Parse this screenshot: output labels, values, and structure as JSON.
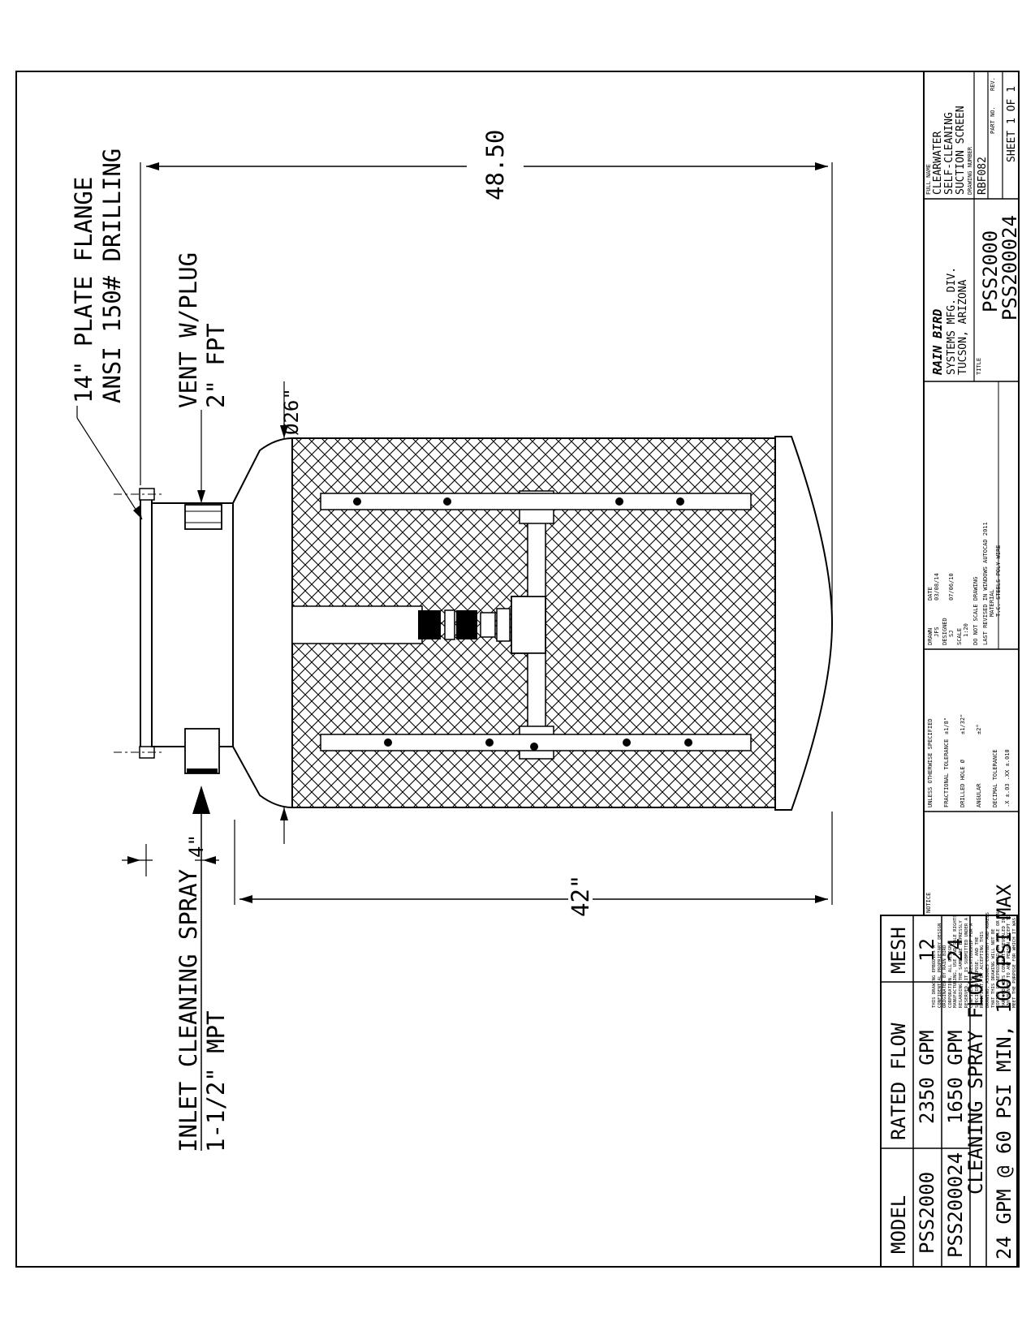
{
  "drawing": {
    "callouts": {
      "flange_line1": "14\" PLATE FLANGE",
      "flange_line2": "ANSI 150# DRILLING",
      "vent_line1": "VENT W/PLUG",
      "vent_line2": "2\" FPT",
      "inlet_line1": "INLET CLEANING SPRAY",
      "inlet_line2": "1-1/2\" MPT",
      "diameter": "Ø26\"",
      "overall_length": "48.50",
      "body_length": "42\"",
      "outlet_size": "4\""
    },
    "model_table": {
      "headers": [
        "MODEL",
        "RATED FLOW",
        "MESH"
      ],
      "rows": [
        [
          "PSS2000",
          "2350 GPM",
          "12"
        ],
        [
          "PSS200024",
          "1650 GPM",
          "24"
        ]
      ],
      "spray_title": "CLEANING SPRAY FLOW",
      "spray_value": "24 GPM @ 60 PSI MIN, 100 PSI MAX"
    },
    "title_block": {
      "part_name_label": "FULL NAME",
      "part_name": [
        "CLEARWATER",
        "SELF-CLEANING",
        "SUCTION SCREEN"
      ],
      "drawing_no_label": "DRAWING NUMBER",
      "drawing_no": "RBF082",
      "part_no_label": "PART NO.",
      "rev_label": "REV.",
      "sheet": "SHEET 1 OF 1",
      "company_logo": "RAIN BIRD",
      "company_lines": [
        "SYSTEMS MFG. DIV.",
        "TUCSON, ARIZONA"
      ],
      "title_label": "TITLE",
      "title_lines": [
        "PSS2000",
        "PSS200024"
      ],
      "draw_label": "DRAWN",
      "drawn_by": "JFS",
      "date_label": "DATE",
      "drawn_date": "03/08/14",
      "designed_label": "DESIGNED",
      "designed_by": "SJ",
      "designed_date": "07/06/10",
      "scale_label": "SCALE",
      "scale": "1:20",
      "no_scale_note": "DO NOT SCALE DRAWING",
      "autocad_note": "LAST REVISED IN WINDOWS AUTOCAD 2011",
      "tolerance_title": "UNLESS OTHERWISE SPECIFIED",
      "tol_frac_label": "FRACTIONAL TOLERANCE",
      "tol_frac_value": "±1/8\"",
      "tol_hole_label": "DRILLED HOLE Ø",
      "tol_hole_value": "±1/32\"",
      "tol_ang_label": "ANGULAR",
      "tol_ang_value": "±2°",
      "tol_dec_label": "DECIMAL TOLERANCE",
      "tol_dec_value": ".X ±.03 .XX ±.010",
      "material_label": "MATERIAL",
      "material": "T.C. STEELS POLY WIRE",
      "notice_label": "NOTICE",
      "notice": "THIS DRAWING EMBODIES A CONFIDENTIAL PROPRIETARY DESIGN ORIGINATED BY RAIN BIRD CORPORATION. ALL DESIGN, MANUFACTURING, USE AND SALE RIGHTS REGARDING THE SAME ARE EXPRESSLY RESERVED. IT IS SUBMITTED UNDER A CONFIDENTIAL RELATIONSHIP FOR A SPECIFIED PURPOSE, AND THE RECIPIENT, BY ACCEPTING THIS DRAWING, ASSUMES CUSTODY AND AGREES THAT THIS DRAWING WILL NOT BE COPIED OR REPRODUCED IN WHOLE OR IN PART NOR ITS CONTENTS REVEALED IN ANY MANNER TO ANY PERSON EXCEPT TO MEET THE PURPOSE FOR WHICH IT WAS DELIVERED."
    }
  }
}
